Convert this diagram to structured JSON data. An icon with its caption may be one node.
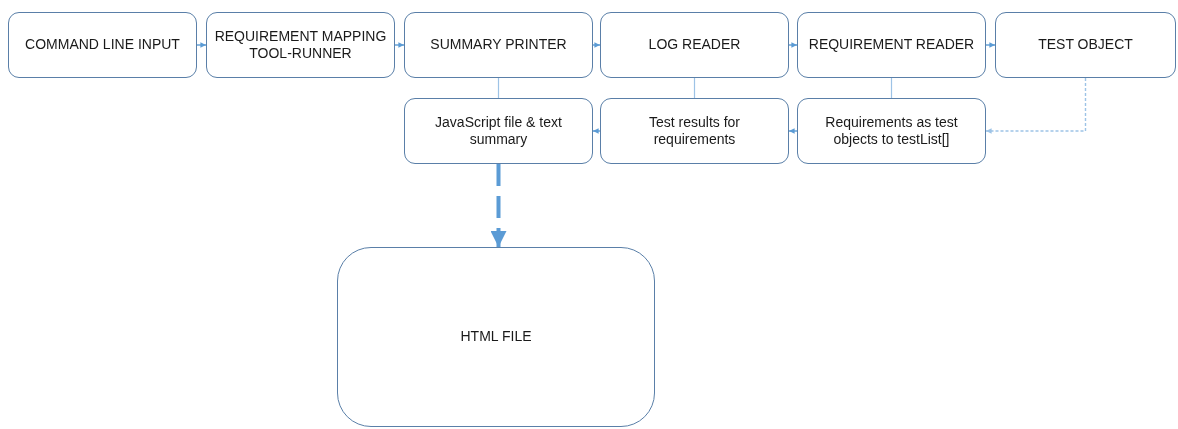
{
  "diagram": {
    "nodes": [
      {
        "text": [
          "COMMAND LINE INPUT"
        ]
      },
      {
        "text": [
          "REQUIREMENT MAPPING TOOL-RUNNER"
        ]
      },
      {
        "text": [
          "SUMMARY PRINTER"
        ]
      },
      {
        "text": [
          "LOG READER"
        ]
      },
      {
        "text": [
          "REQUIREMENT READER"
        ]
      },
      {
        "text": [
          "TEST OBJECT"
        ]
      },
      {
        "text": [
          "JavaScript file & text summary"
        ]
      },
      {
        "text": [
          "Test results for requirements"
        ]
      },
      {
        "text": [
          "Requirements as test objects to testList[]"
        ]
      },
      {
        "text": [
          "HTML FILE"
        ]
      }
    ],
    "edges": [
      {
        "from": 0,
        "to": 1,
        "arrow": "to"
      },
      {
        "from": 1,
        "to": 2,
        "arrow": "to"
      },
      {
        "from": 2,
        "to": 3,
        "arrow": "to"
      },
      {
        "from": 3,
        "to": 4,
        "arrow": "to"
      },
      {
        "from": 4,
        "to": 5,
        "arrow": "to"
      },
      {
        "from": 2,
        "to": 6,
        "arrow": "none",
        "color": "#9dc3e6"
      },
      {
        "from": 3,
        "to": 7,
        "arrow": "none",
        "color": "#9dc3e6"
      },
      {
        "from": 4,
        "to": 8,
        "arrow": "none",
        "color": "#9dc3e6"
      },
      {
        "from": 5,
        "to": 8,
        "arrow": "to",
        "style": "dashed",
        "color": "#9dc3e6"
      },
      {
        "from": 8,
        "to": 7,
        "arrow": "to"
      },
      {
        "from": 7,
        "to": 6,
        "arrow": "to"
      },
      {
        "from": 6,
        "to": 9,
        "arrow": "to",
        "style": "dashed"
      }
    ]
  }
}
